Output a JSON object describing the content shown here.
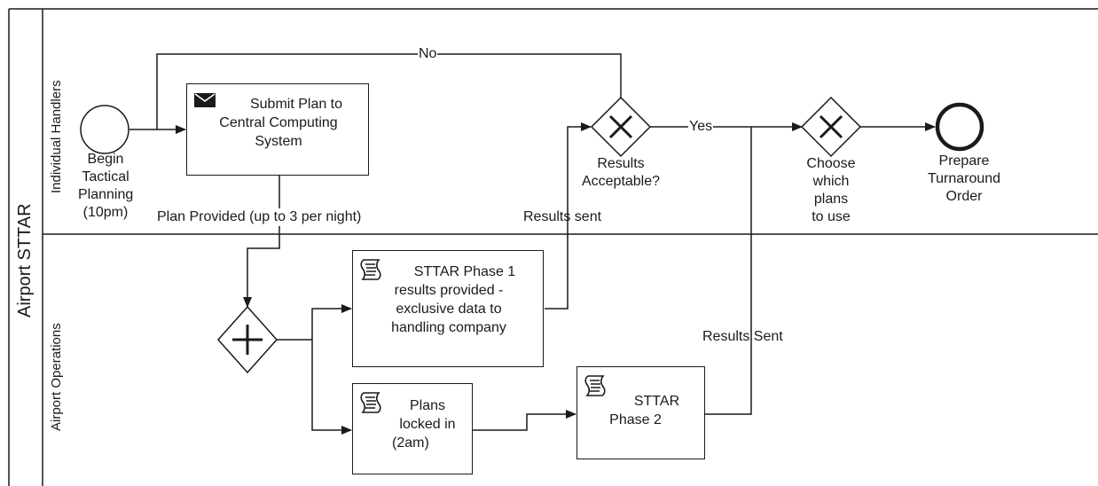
{
  "pool": {
    "title": "Airport STTAR"
  },
  "lanes": [
    {
      "title": "Individual Handlers"
    },
    {
      "title": "Airport Operations"
    }
  ],
  "start_event": {
    "label_lines": [
      "Begin",
      "Tactical",
      "Planning",
      "(10pm)"
    ]
  },
  "tasks": {
    "submit_plan": {
      "icon": "envelope-icon",
      "lines": [
        "Submit Plan to",
        "Central Computing",
        "System"
      ]
    },
    "phase1": {
      "icon": "script-icon",
      "lines": [
        "STTAR Phase 1",
        "results provided -",
        "exclusive data to",
        "handling company"
      ]
    },
    "plans_locked": {
      "icon": "script-icon",
      "lines": [
        "Plans",
        "locked in",
        "(2am)"
      ]
    },
    "phase2": {
      "icon": "script-icon",
      "lines": [
        "STTAR",
        "Phase 2"
      ]
    }
  },
  "gateways": {
    "parallel": {
      "type": "parallel"
    },
    "results_acceptable": {
      "type": "exclusive",
      "label_lines": [
        "Results",
        "Acceptable?"
      ]
    },
    "choose_plans": {
      "type": "exclusive",
      "label_lines": [
        "Choose",
        "which",
        "plans",
        "to use"
      ]
    }
  },
  "end_event": {
    "label_lines": [
      "Prepare",
      "Turnaround",
      "Order"
    ]
  },
  "flow_labels": {
    "no": "No",
    "yes": "Yes",
    "plan_provided": "Plan Provided (up to 3 per night)",
    "results_sent": "Results sent",
    "results_sent_2": "Results Sent"
  }
}
